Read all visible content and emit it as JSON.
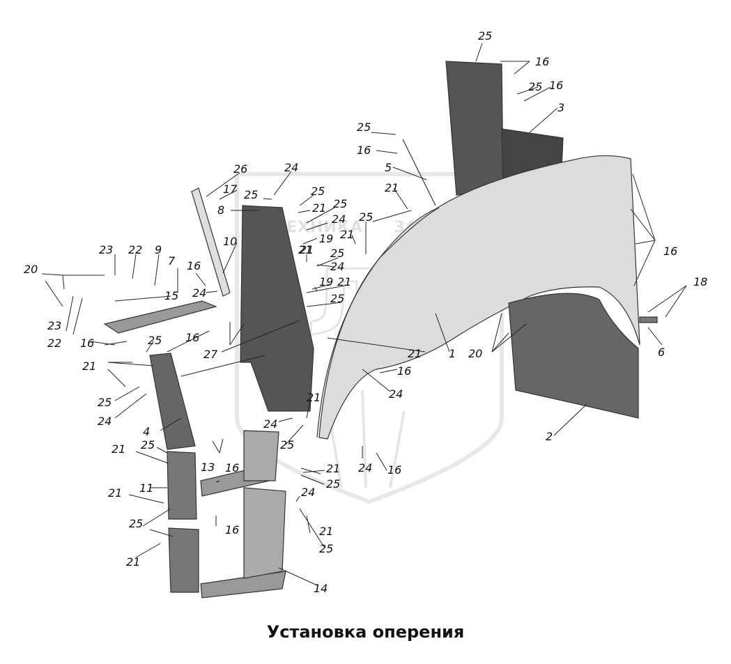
{
  "caption": "Установка оперения",
  "watermark": {
    "text_left": "ТЕХНИКА",
    "text_right": "ЗАПЧАСТИ",
    "letters": "ЭЛФ"
  },
  "callouts": [
    "25",
    "16",
    "25",
    "16",
    "3",
    "25",
    "16",
    "5",
    "21",
    "26",
    "24",
    "17",
    "25",
    "25",
    "8",
    "21",
    "25",
    "24",
    "21",
    "25",
    "10",
    "21",
    "19",
    "21",
    "25",
    "24",
    "16",
    "20",
    "23",
    "22",
    "9",
    "7",
    "16",
    "24",
    "15",
    "19",
    "21",
    "25",
    "23",
    "22",
    "16",
    "25",
    "16",
    "27",
    "21",
    "1",
    "20",
    "18",
    "6",
    "16",
    "24",
    "21",
    "25",
    "24",
    "4",
    "21",
    "24",
    "25",
    "21",
    "25",
    "16",
    "24",
    "16",
    "2",
    "13",
    "11",
    "21",
    "21",
    "25",
    "24",
    "25",
    "16",
    "21",
    "25",
    "21",
    "14"
  ]
}
